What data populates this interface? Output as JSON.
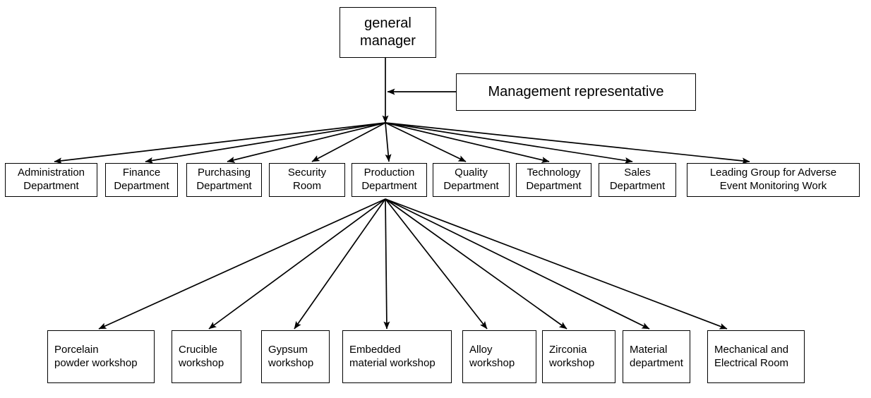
{
  "diagram": {
    "title": "Organizational structure chart",
    "background_color": "#ffffff",
    "line_color": "#000000",
    "box_border_color": "#000000",
    "box_fill_color": "#ffffff"
  },
  "root": {
    "label": "general\nmanager"
  },
  "advisor": {
    "label": "Management representative"
  },
  "departments": [
    {
      "label": "Administration\nDepartment"
    },
    {
      "label": "Finance\nDepartment"
    },
    {
      "label": "Purchasing\nDepartment"
    },
    {
      "label": "Security\nRoom"
    },
    {
      "label": "Production\nDepartment"
    },
    {
      "label": "Quality\nDepartment"
    },
    {
      "label": "Technology\nDepartment"
    },
    {
      "label": "Sales\nDepartment"
    },
    {
      "label": "Leading Group for Adverse\nEvent Monitoring Work"
    }
  ],
  "workshops": [
    {
      "label": "Porcelain\npowder workshop"
    },
    {
      "label": "Crucible\nworkshop"
    },
    {
      "label": "Gypsum\nworkshop"
    },
    {
      "label": "Embedded\nmaterial workshop"
    },
    {
      "label": "Alloy\nworkshop"
    },
    {
      "label": "Zirconia\nworkshop"
    },
    {
      "label": "Material\ndepartment"
    },
    {
      "label": "Mechanical and\nElectrical Room"
    }
  ],
  "chart_data": {
    "type": "diagram",
    "subtype": "organization-chart",
    "levels": 3,
    "nodes": [
      {
        "id": "general-manager",
        "label": "general manager",
        "level": 0
      },
      {
        "id": "management-representative",
        "label": "Management representative",
        "level": 0
      },
      {
        "id": "administration-department",
        "label": "Administration Department",
        "level": 1
      },
      {
        "id": "finance-department",
        "label": "Finance Department",
        "level": 1
      },
      {
        "id": "purchasing-department",
        "label": "Purchasing Department",
        "level": 1
      },
      {
        "id": "security-room",
        "label": "Security Room",
        "level": 1
      },
      {
        "id": "production-department",
        "label": "Production Department",
        "level": 1
      },
      {
        "id": "quality-department",
        "label": "Quality Department",
        "level": 1
      },
      {
        "id": "technology-department",
        "label": "Technology Department",
        "level": 1
      },
      {
        "id": "sales-department",
        "label": "Sales Department",
        "level": 1
      },
      {
        "id": "leading-group-adverse-event",
        "label": "Leading Group for Adverse Event Monitoring Work",
        "level": 1
      },
      {
        "id": "porcelain-powder-workshop",
        "label": "Porcelain powder workshop",
        "level": 2
      },
      {
        "id": "crucible-workshop",
        "label": "Crucible workshop",
        "level": 2
      },
      {
        "id": "gypsum-workshop",
        "label": "Gypsum workshop",
        "level": 2
      },
      {
        "id": "embedded-material-workshop",
        "label": "Embedded material workshop",
        "level": 2
      },
      {
        "id": "alloy-workshop",
        "label": "Alloy workshop",
        "level": 2
      },
      {
        "id": "zirconia-workshop",
        "label": "Zirconia workshop",
        "level": 2
      },
      {
        "id": "material-department",
        "label": "Material department",
        "level": 2
      },
      {
        "id": "mechanical-electrical-room",
        "label": "Mechanical and Electrical Room",
        "level": 2
      }
    ],
    "edges": [
      {
        "from": "management-representative",
        "to": "general-manager",
        "style": "arrow-left"
      },
      {
        "from": "general-manager",
        "to": "administration-department",
        "style": "arrow"
      },
      {
        "from": "general-manager",
        "to": "finance-department",
        "style": "arrow"
      },
      {
        "from": "general-manager",
        "to": "purchasing-department",
        "style": "arrow"
      },
      {
        "from": "general-manager",
        "to": "security-room",
        "style": "arrow"
      },
      {
        "from": "general-manager",
        "to": "production-department",
        "style": "arrow"
      },
      {
        "from": "general-manager",
        "to": "quality-department",
        "style": "arrow"
      },
      {
        "from": "general-manager",
        "to": "technology-department",
        "style": "arrow"
      },
      {
        "from": "general-manager",
        "to": "sales-department",
        "style": "arrow"
      },
      {
        "from": "general-manager",
        "to": "leading-group-adverse-event",
        "style": "arrow"
      },
      {
        "from": "production-department",
        "to": "porcelain-powder-workshop",
        "style": "arrow"
      },
      {
        "from": "production-department",
        "to": "crucible-workshop",
        "style": "arrow"
      },
      {
        "from": "production-department",
        "to": "gypsum-workshop",
        "style": "arrow"
      },
      {
        "from": "production-department",
        "to": "embedded-material-workshop",
        "style": "arrow"
      },
      {
        "from": "production-department",
        "to": "alloy-workshop",
        "style": "arrow"
      },
      {
        "from": "production-department",
        "to": "zirconia-workshop",
        "style": "arrow"
      },
      {
        "from": "production-department",
        "to": "material-department",
        "style": "arrow"
      },
      {
        "from": "production-department",
        "to": "mechanical-electrical-room",
        "style": "arrow"
      }
    ]
  }
}
